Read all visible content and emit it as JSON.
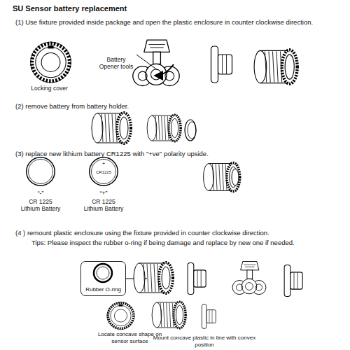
{
  "diagram": {
    "title": "SU Sensor battery replacement",
    "nodes": [
      {
        "text": [
          "Rubber O-ring"
        ]
      }
    ],
    "labels": [
      "(1) Use fixture provided inside package and open the plastic enclosure in counter clockwise direction.",
      "Battery Opener tools",
      "Locking cover",
      "(2) remove battery from battery holder.",
      "(3) replace new lithium battery CR1225 with \"+ve\" polarity upside.",
      "CR1225",
      "+",
      "“-”",
      "CR 1225 Lithium Battery",
      "“+”",
      "CR 1225 Lithium Battery",
      "(4 ) remount plastic enclosure using the fixture provided in counter clockwise direction.",
      "Tips: Please inspect the rubber o-ring if being damage and replace by new one if needed.",
      "Locate concave shape on sensor surface",
      "Mount concave plastic in line with convex position"
    ]
  }
}
